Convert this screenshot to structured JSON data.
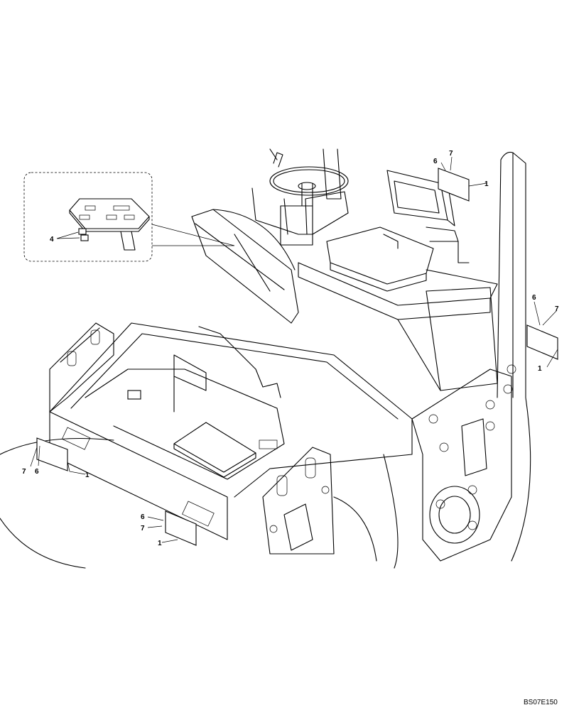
{
  "drawing_code": "BS07E150",
  "callouts": {
    "detail_4": "4",
    "top_6": "6",
    "top_7": "7",
    "top_1": "1",
    "right_6": "6",
    "right_7": "7",
    "right_1": "1",
    "left_7": "7",
    "left_6": "6",
    "left_1": "1",
    "mid_6": "6",
    "mid_7": "7",
    "mid_1": "1"
  }
}
